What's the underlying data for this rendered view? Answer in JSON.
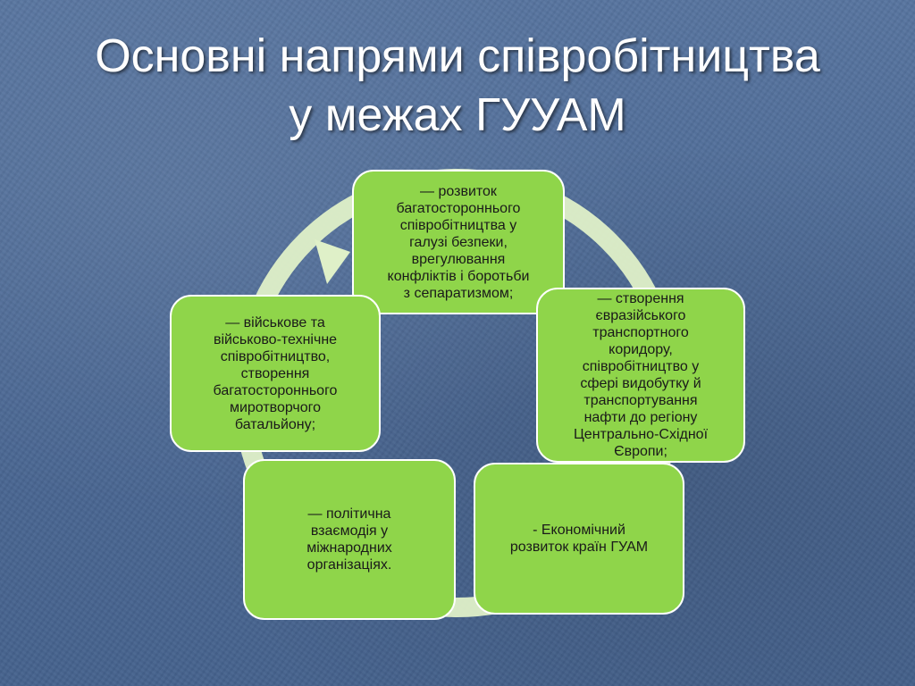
{
  "slide": {
    "title_line1": "Основні напрями співробітництва",
    "title_line2": "у межах ГУУАМ"
  },
  "colors": {
    "background": "#4f6d99",
    "node_fill": "#8fd54a",
    "node_border": "#ffffff",
    "ring": "#dff0c8",
    "title_text": "#ffffff"
  },
  "cycle": {
    "nodes": [
      {
        "id": "security",
        "text": "— розвиток\nбагатостороннього\nспівробітництва у\nгалузі безпеки,\nврегулювання\nконфліктів і боротьби\nз сепаратизмом;"
      },
      {
        "id": "transport",
        "text": "— створення\nєвразійського\nтранспортного\nкоридору,\nспівробітництво у\nсфері видобутку й\nтранспортування\nнафти до регіону\nЦентрально-Східної\nЄвропи;"
      },
      {
        "id": "economic",
        "text": "- Економічний\nрозвиток країн ГУАМ"
      },
      {
        "id": "political",
        "text": "— політична\nвзаємодія у\nміжнародних\nорганізаціях."
      },
      {
        "id": "military",
        "text": "— військове та\nвійськово-технічне\nспівробітництво,\nстворення\nбагатостороннього\nмиротворчого\nбатальйону;"
      }
    ]
  }
}
